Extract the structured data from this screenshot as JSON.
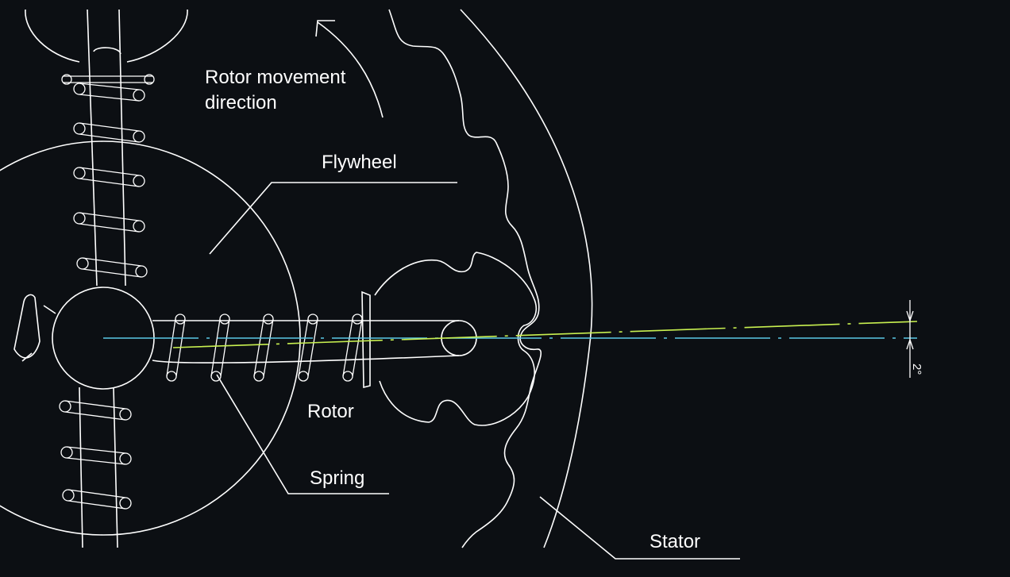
{
  "labels": {
    "rotor_movement": "Rotor movement",
    "direction": "direction",
    "flywheel": "Flywheel",
    "rotor": "Rotor",
    "spring": "Spring",
    "stator": "Stator",
    "angle": "2°"
  },
  "colors": {
    "background": "#0c0f13",
    "lines": "#ffffff",
    "horizontal_axis": "#5ac8e6",
    "tilted_axis": "#c8f050"
  }
}
